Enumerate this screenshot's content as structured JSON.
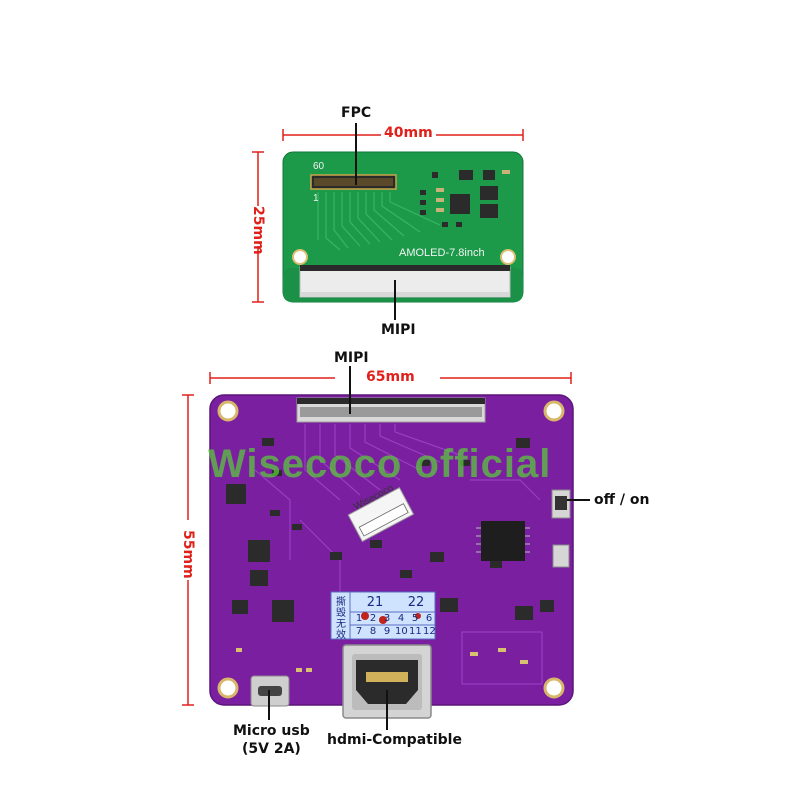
{
  "colors": {
    "green_pcb": "#1c9a4a",
    "purple_pcb": "#7a1fa0",
    "dimension_red": "#e0201a",
    "label_black": "#111111",
    "connector_white": "#ececec",
    "watermark_green": "#5ac83c",
    "sticker_blue": "#cfe3ff"
  },
  "top_board": {
    "label_fpc": "FPC",
    "width_dim": "40mm",
    "height_dim": "25mm",
    "label_mipi": "MIPI",
    "silk_pin60": "60",
    "silk_pin1": "1",
    "silk_model": "AMOLED-7.8inch"
  },
  "bottom_board": {
    "label_mipi": "MIPI",
    "width_dim": "65mm",
    "height_dim": "55mm",
    "label_switch": "off / on",
    "label_usb_line1": "Micro usb",
    "label_usb_line2": "(5V 2A)",
    "label_hdmi": "hdmi-Compatible",
    "watermark": "Wisecoco official",
    "sticker_text": "Wisecoco",
    "warranty_left_1": "撕",
    "warranty_left_2": "毁",
    "warranty_left_3": "无",
    "warranty_left_4": "效",
    "warranty_nums_top": [
      "21",
      "22"
    ],
    "warranty_nums_mid": [
      "1",
      "2",
      "3",
      "4",
      "5",
      "6"
    ],
    "warranty_nums_bot": [
      "7",
      "8",
      "9",
      "10",
      "11",
      "12"
    ]
  }
}
